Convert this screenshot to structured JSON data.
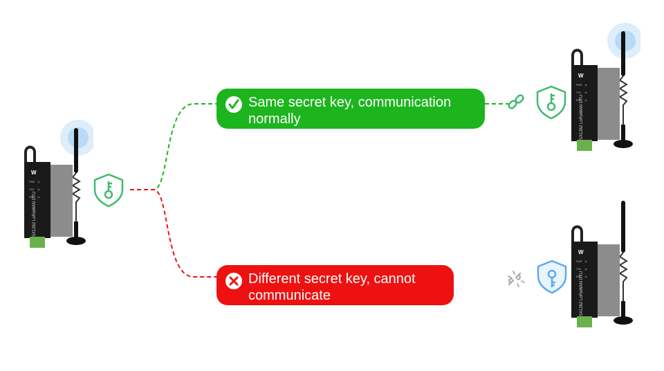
{
  "banners": {
    "success": {
      "line1": "Same secret key, communication",
      "line2": "normally",
      "color": "#1db51d"
    },
    "failure": {
      "line1": "Different secret key, cannot",
      "line2": "communicate",
      "color": "#ee1111"
    }
  },
  "device": {
    "logo": "W",
    "model": "SX1262 LoRaWAN DTU",
    "leds": [
      "PWR",
      "TXD",
      "RXD"
    ]
  },
  "icons": {
    "success_badge": "check-icon",
    "failure_badge": "cross-icon",
    "shield_ok": "shield-key-icon",
    "shield_bad": "shield-key-icon",
    "link_ok": "link-icon",
    "link_broken": "broken-link-icon"
  },
  "colors": {
    "ok": "#1db51d",
    "error": "#ee1111",
    "shield_green": "#3cbc6a",
    "shield_blue": "#5aaaf0",
    "broken_link": "#b0b0b0",
    "signal_halo": "#cfe5f8"
  }
}
